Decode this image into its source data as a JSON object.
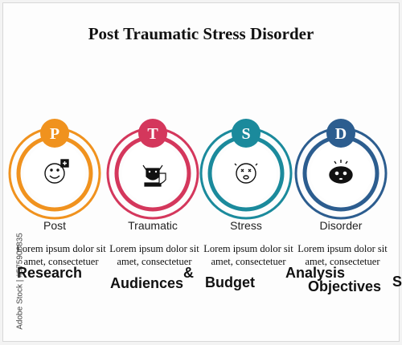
{
  "title": "Post Traumatic Stress Disorder",
  "stock_id": "Adobe Stock | #575906835",
  "items": [
    {
      "letter": "P",
      "label": "Post",
      "desc1": "Lorem ipsum dolor sit",
      "desc2": "amet, consectetuer",
      "color": "#f0921e",
      "icon": "smiling-face-with-medical-cross-icon"
    },
    {
      "letter": "T",
      "label": "Traumatic",
      "desc1": "Lorem ipsum dolor sit",
      "desc2": "amet, consectetuer",
      "color": "#d4375c",
      "icon": "devil-with-shield-icon"
    },
    {
      "letter": "S",
      "label": "Stress",
      "desc1": "Lorem ipsum dolor sit",
      "desc2": "amet, consectetuer",
      "color": "#1b8a9c",
      "icon": "stressed-face-icon"
    },
    {
      "letter": "D",
      "label": "Disorder",
      "desc1": "Lorem ipsum dolor sit",
      "desc2": "amet, consectetuer",
      "color": "#2c5d8f",
      "icon": "anxious-face-icon"
    }
  ],
  "overlay_text": {
    "research": "Research",
    "amp": "&",
    "audiences": "Audiences",
    "budget": "Budget",
    "analysis": "Analysis",
    "objectives": "Objectives",
    "s": "S"
  }
}
